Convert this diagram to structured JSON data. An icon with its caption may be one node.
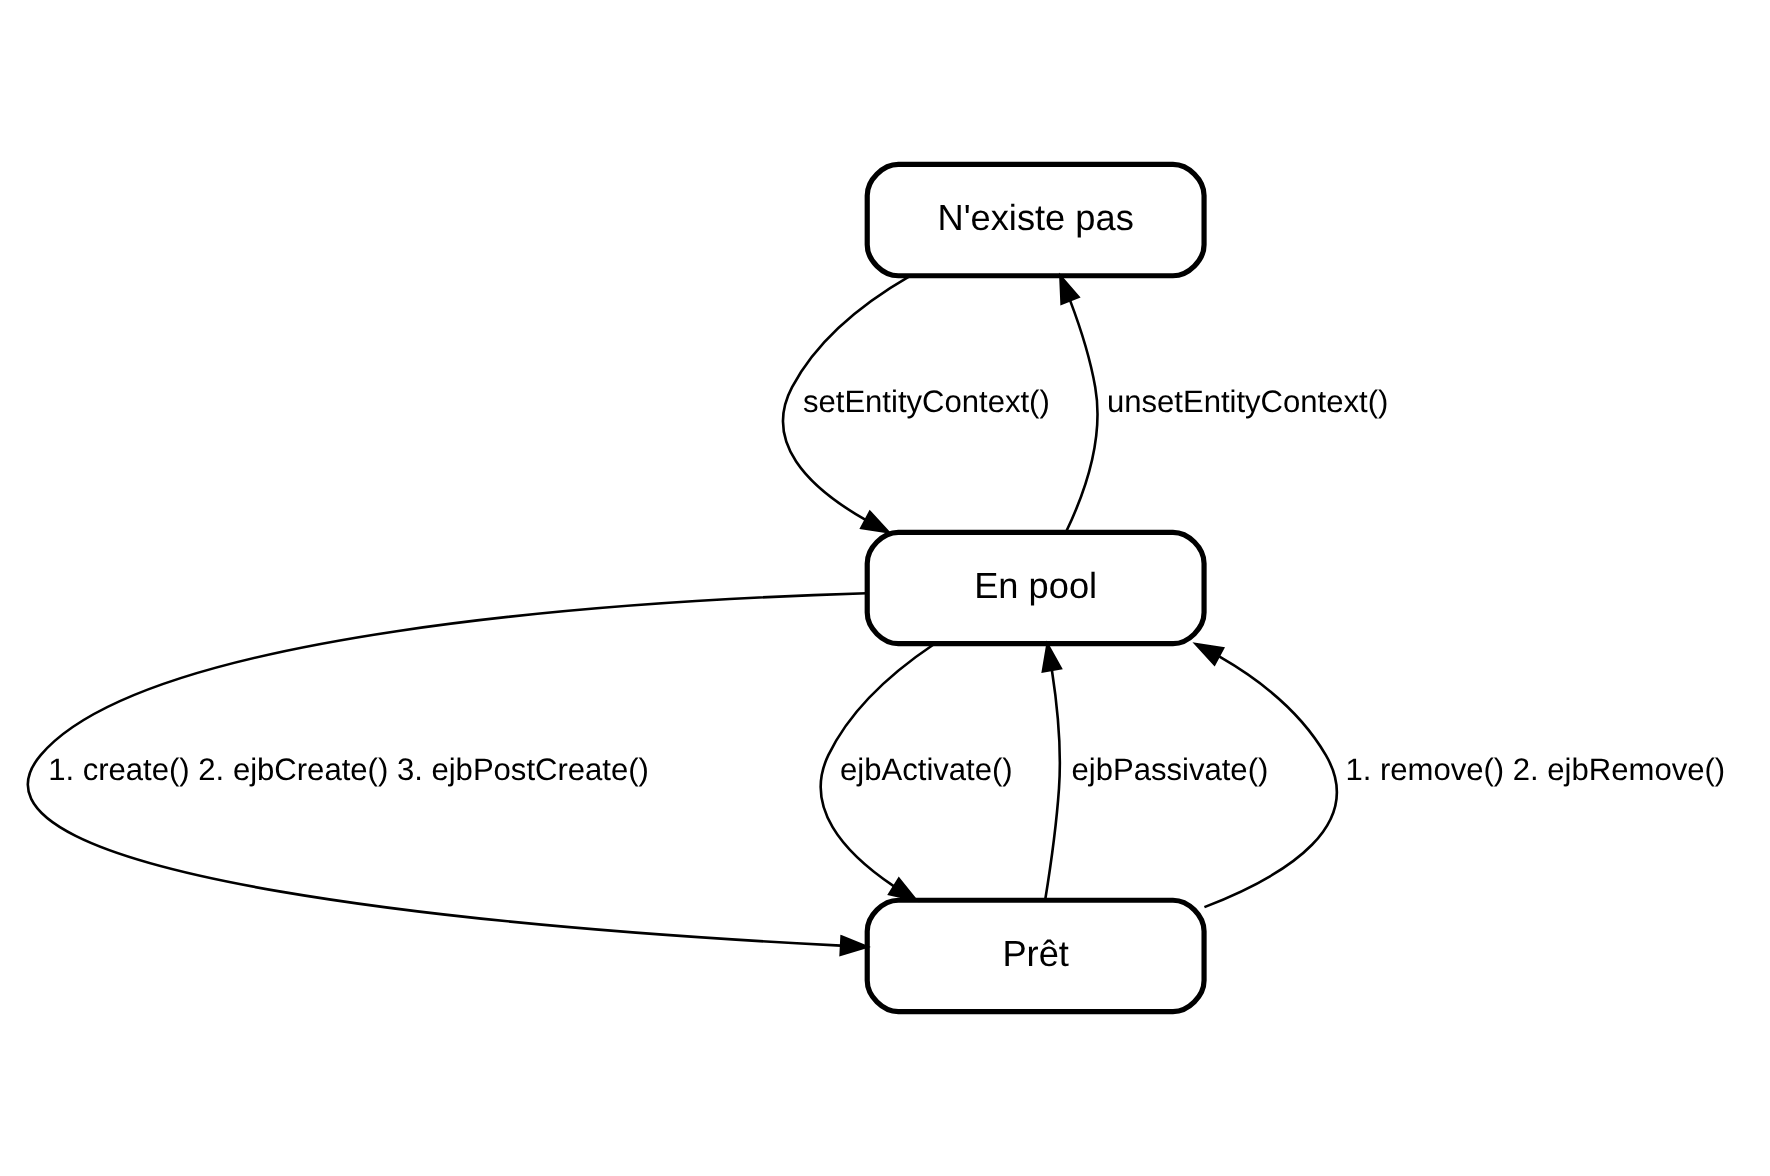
{
  "diagram": {
    "nodes": [
      {
        "text": [
          "N'existe pas"
        ]
      },
      {
        "text": [
          "En pool"
        ]
      },
      {
        "text": [
          "Prêt"
        ]
      }
    ],
    "edges": [
      {
        "from": 0,
        "to": 1,
        "arrow": "to",
        "label": "setEntityContext()"
      },
      {
        "from": 1,
        "to": 0,
        "arrow": "to",
        "label": "unsetEntityContext()"
      },
      {
        "from": 1,
        "to": 2,
        "arrow": "to",
        "label": "1. create() 2. ejbCreate() 3. ejbPostCreate()"
      },
      {
        "from": 1,
        "to": 2,
        "arrow": "to",
        "label": "ejbActivate()"
      },
      {
        "from": 2,
        "to": 1,
        "arrow": "to",
        "label": "ejbPassivate()"
      },
      {
        "from": 2,
        "to": 1,
        "arrow": "to",
        "label": "1. remove() 2. ejbRemove()"
      }
    ]
  }
}
